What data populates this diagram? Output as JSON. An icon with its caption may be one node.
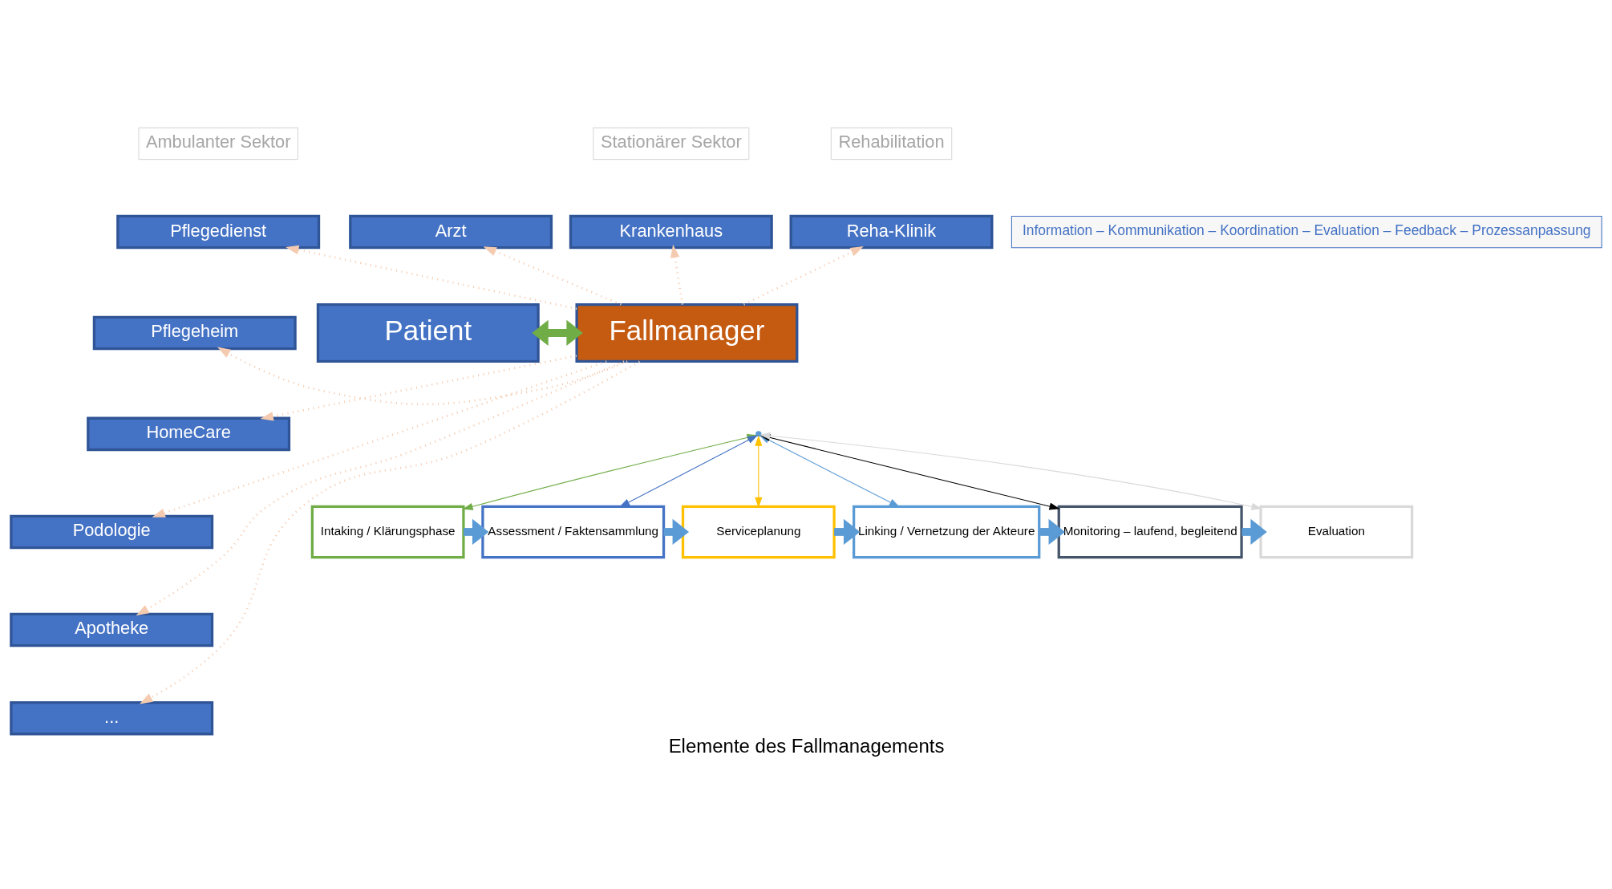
{
  "diagram": {
    "caption": "Elemente des Fallmanagements",
    "nodes": [
      {
        "text": [
          "Ambulanter Sektor"
        ]
      },
      {
        "text": [
          "Stationärer Sektor"
        ]
      },
      {
        "text": [
          "Rehabilitation"
        ]
      },
      {
        "text": [
          "Pflegedienst"
        ]
      },
      {
        "text": [
          "Arzt"
        ]
      },
      {
        "text": [
          "Krankenhaus"
        ]
      },
      {
        "text": [
          "Reha-Klinik"
        ]
      },
      {
        "text": [
          "Pflegeheim"
        ]
      },
      {
        "text": [
          "HomeCare"
        ]
      },
      {
        "text": [
          "Podologie"
        ]
      },
      {
        "text": [
          "Apotheke"
        ]
      },
      {
        "text": [
          "..."
        ]
      },
      {
        "text": [
          "Information – Kommunikation – Koordination – Evaluation – Feedback – Prozessanpassung"
        ]
      },
      {
        "text": [
          "Patient"
        ]
      },
      {
        "text": [
          "Fallmanager"
        ]
      },
      {
        "text": [
          "Intaking / Klärungsphase"
        ]
      },
      {
        "text": [
          "Assessment / Faktensammlung"
        ]
      },
      {
        "text": [
          "Serviceplanung"
        ]
      },
      {
        "text": [
          "Linking / Vernetzung der Akteure"
        ]
      },
      {
        "text": [
          "Monitoring – laufend, begleitend"
        ]
      },
      {
        "text": [
          "Evaluation"
        ]
      }
    ],
    "edges": [
      {
        "from": 13,
        "to": 14,
        "arrow": "both",
        "style": "thick",
        "color": "#70ad47"
      },
      {
        "from": 14,
        "to": 3,
        "arrow": "to",
        "style": "dashed",
        "color": "#f4cbb0"
      },
      {
        "from": 14,
        "to": 4,
        "arrow": "to",
        "style": "dashed",
        "color": "#f4cbb0"
      },
      {
        "from": 14,
        "to": 5,
        "arrow": "to",
        "style": "dashed",
        "color": "#f4cbb0"
      },
      {
        "from": 14,
        "to": 6,
        "arrow": "to",
        "style": "dashed",
        "color": "#f4cbb0"
      },
      {
        "from": 14,
        "to": 7,
        "arrow": "to",
        "style": "dashed",
        "color": "#f4cbb0"
      },
      {
        "from": 14,
        "to": 8,
        "arrow": "to",
        "style": "dashed",
        "color": "#f4cbb0"
      },
      {
        "from": 14,
        "to": 9,
        "arrow": "to",
        "style": "dashed",
        "color": "#f4cbb0"
      },
      {
        "from": 14,
        "to": 10,
        "arrow": "to",
        "style": "dashed",
        "color": "#f4cbb0"
      },
      {
        "from": 14,
        "to": 11,
        "arrow": "to",
        "style": "dashed",
        "color": "#f4cbb0"
      },
      {
        "from": null,
        "to": 15,
        "arrow": "both",
        "color": "#70ad47"
      },
      {
        "from": null,
        "to": 16,
        "arrow": "both",
        "color": "#4472c4"
      },
      {
        "from": null,
        "to": 17,
        "arrow": "both",
        "color": "#ffc000"
      },
      {
        "from": null,
        "to": 18,
        "arrow": "both",
        "color": "#5b9bd5"
      },
      {
        "from": null,
        "to": 19,
        "arrow": "both",
        "color": "#000000"
      },
      {
        "from": null,
        "to": 20,
        "arrow": "both",
        "color": "#d9d9d9"
      },
      {
        "from": 15,
        "to": 16,
        "arrow": "to",
        "style": "thick",
        "color": "#5b9bd5"
      },
      {
        "from": 16,
        "to": 17,
        "arrow": "to",
        "style": "thick",
        "color": "#5b9bd5"
      },
      {
        "from": 17,
        "to": 18,
        "arrow": "to",
        "style": "thick",
        "color": "#5b9bd5"
      },
      {
        "from": 18,
        "to": 19,
        "arrow": "to",
        "style": "thick",
        "color": "#5b9bd5"
      },
      {
        "from": 19,
        "to": 20,
        "arrow": "to",
        "style": "thick",
        "color": "#5b9bd5"
      }
    ]
  }
}
